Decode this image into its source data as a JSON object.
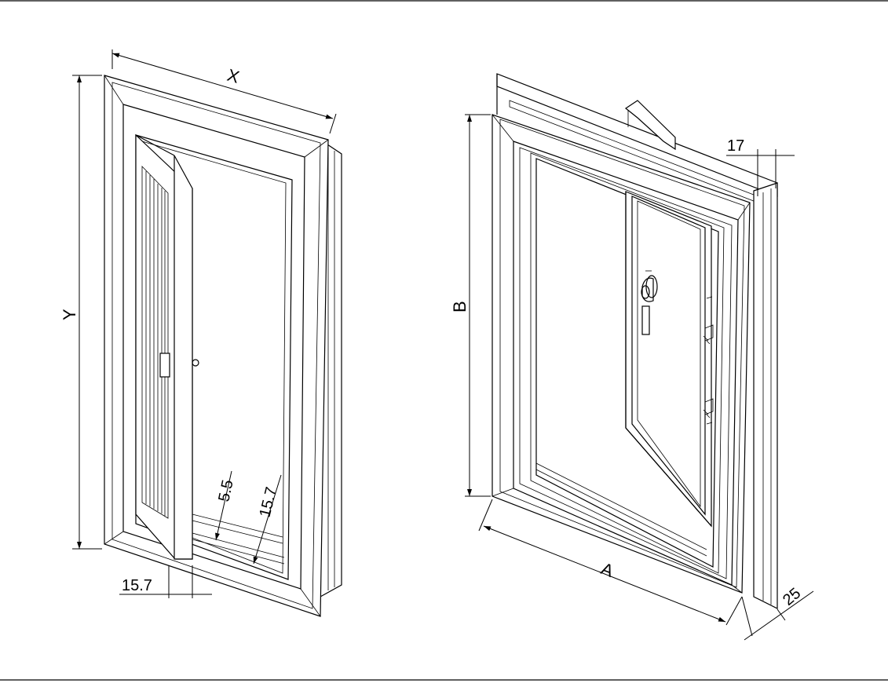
{
  "left_view": {
    "dim_x": "X",
    "dim_y": "Y",
    "gap_inner": "5.5",
    "frame_inner": "15.7",
    "frame_outer": "15.7"
  },
  "right_view": {
    "dim_a": "A",
    "dim_b": "B",
    "depth_top": "17",
    "depth_bottom": "25"
  }
}
